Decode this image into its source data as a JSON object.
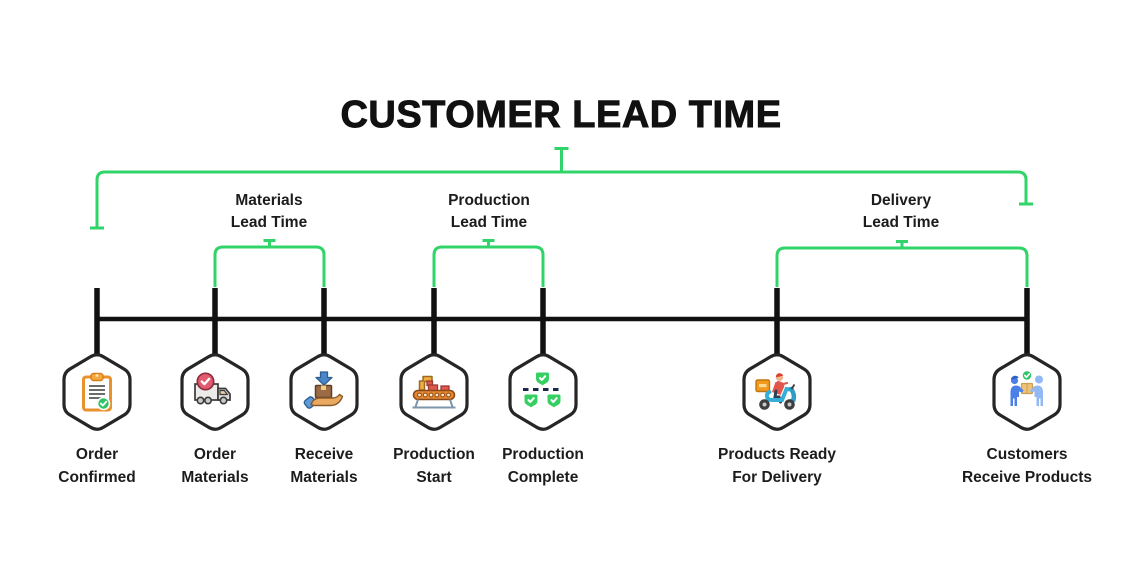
{
  "title": "CUSTOMER LEAD TIME",
  "colors": {
    "bracket_green": "#31d468",
    "line_black": "#111111",
    "hexagon_stroke": "#262626",
    "label_text": "#1c1c1c"
  },
  "brackets": {
    "overall": {
      "label": "CUSTOMER LEAD TIME"
    },
    "materials": {
      "line1": "Materials",
      "line2": "Lead Time"
    },
    "production": {
      "line1": "Production",
      "line2": "Lead Time"
    },
    "delivery": {
      "line1": "Delivery",
      "line2": "Lead Time"
    }
  },
  "stages": [
    {
      "line1": "Order",
      "line2": "Confirmed",
      "icon": "clipboard-check-icon"
    },
    {
      "line1": "Order",
      "line2": "Materials",
      "icon": "truck-check-icon"
    },
    {
      "line1": "Receive",
      "line2": "Materials",
      "icon": "hand-receive-box-icon"
    },
    {
      "line1": "Production",
      "line2": "Start",
      "icon": "conveyor-belt-icon"
    },
    {
      "line1": "Production",
      "line2": "Complete",
      "icon": "quality-badges-icon"
    },
    {
      "line1": "Products Ready",
      "line2": "For Delivery",
      "icon": "delivery-scooter-icon"
    },
    {
      "line1": "Customers",
      "line2": "Receive Products",
      "icon": "handover-box-icon"
    }
  ]
}
